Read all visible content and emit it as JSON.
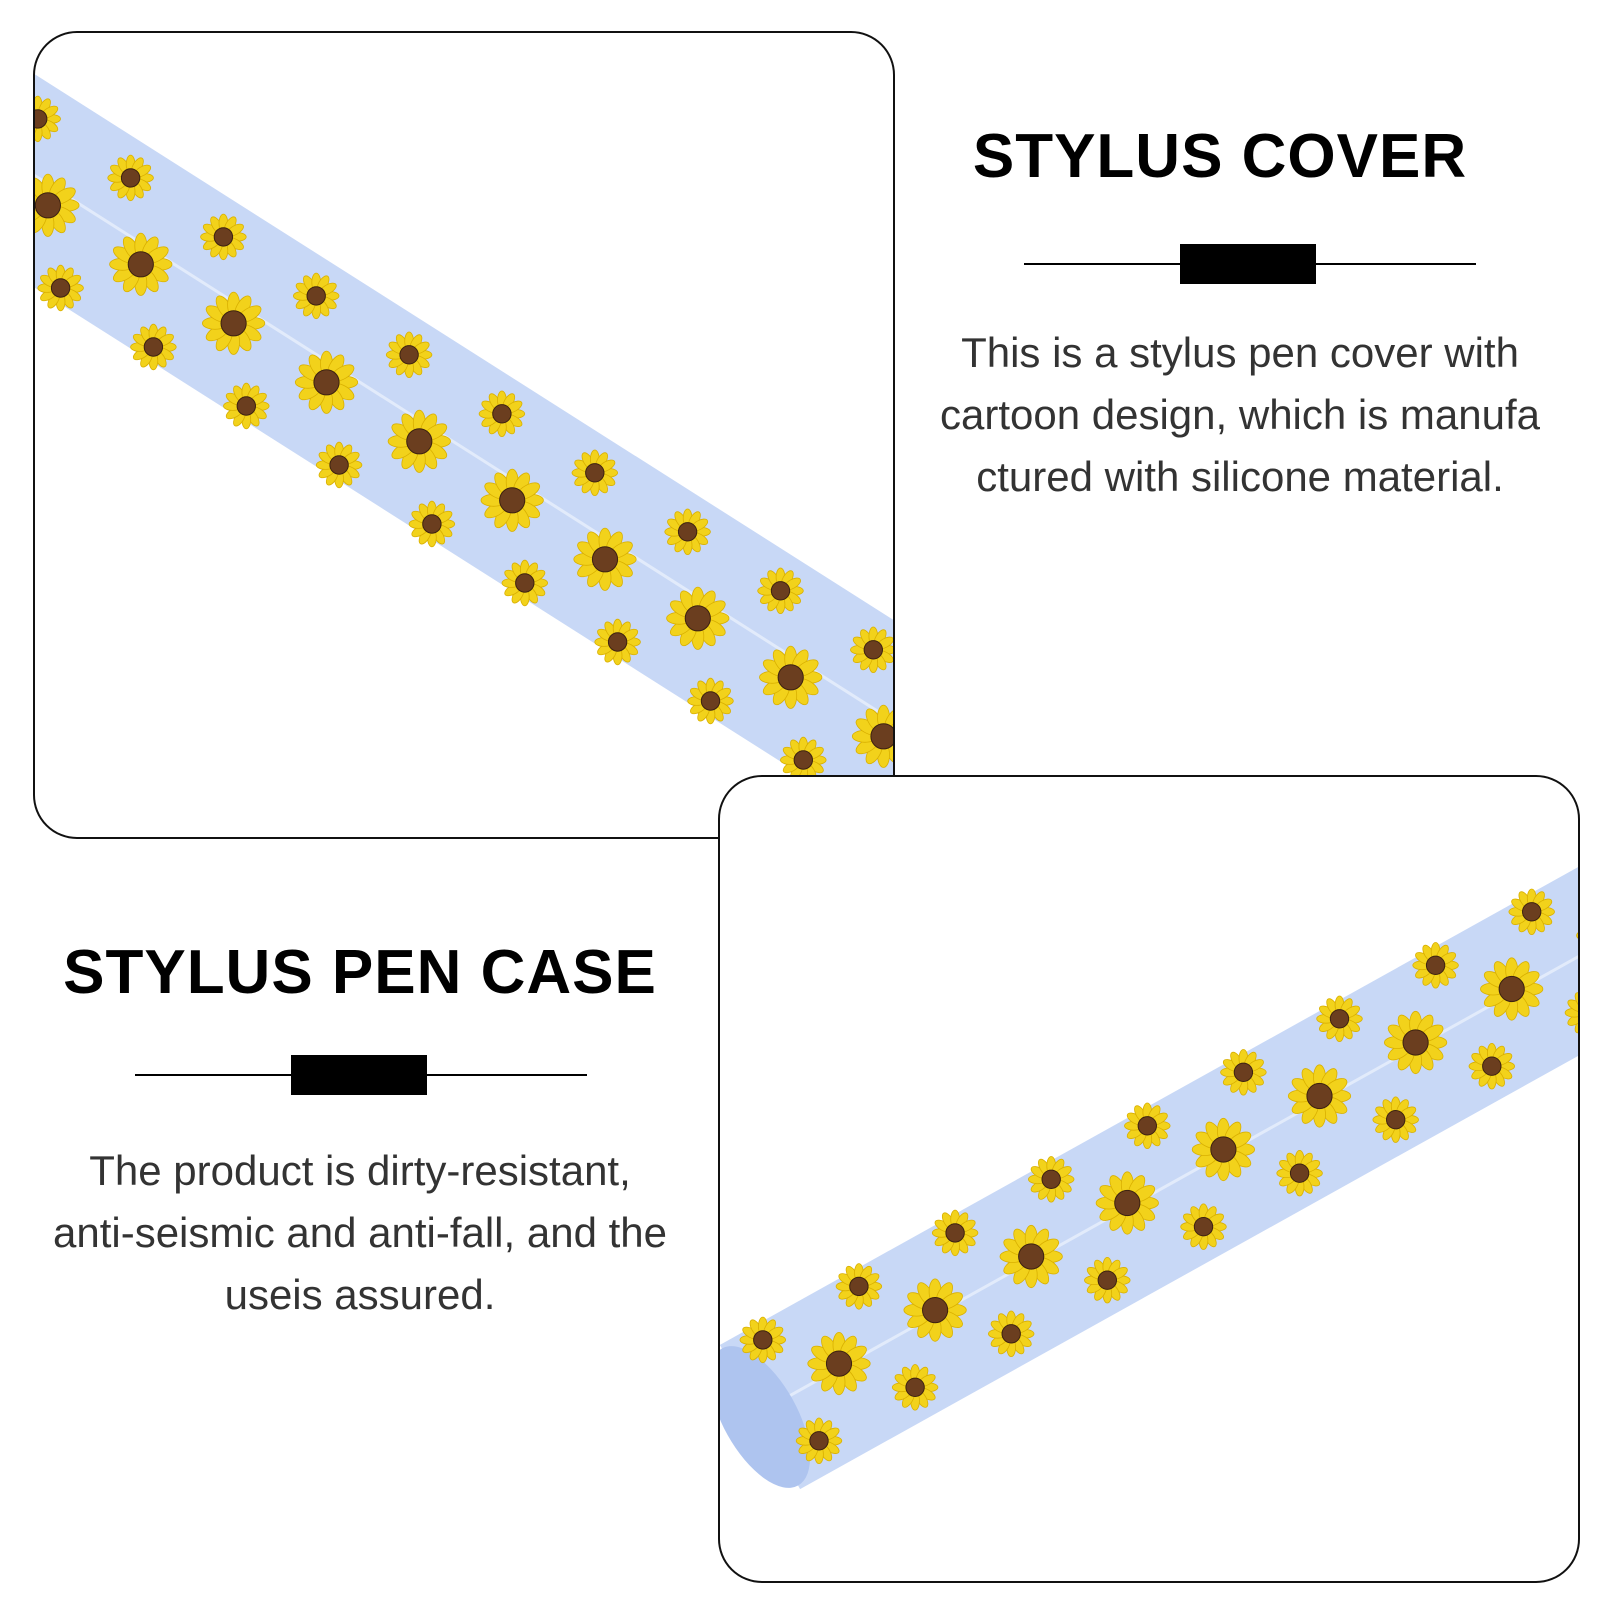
{
  "cover": {
    "title": "STYLUS COVER",
    "description_lines": [
      "This is a stylus pen cover with",
      "cartoon design, which is manufa",
      "ctured with silicone material."
    ]
  },
  "case": {
    "title": "STYLUS PEN CASE",
    "description_lines": [
      "The product is dirty-resistant,",
      "anti-seismic and anti-fall, and the",
      "useis assured."
    ]
  },
  "colors": {
    "tube": "#c8d8f6",
    "petal": "#f2d21b",
    "center": "#6b3e1f",
    "border": "#111111"
  },
  "icons": [
    "sunflower-icon"
  ]
}
